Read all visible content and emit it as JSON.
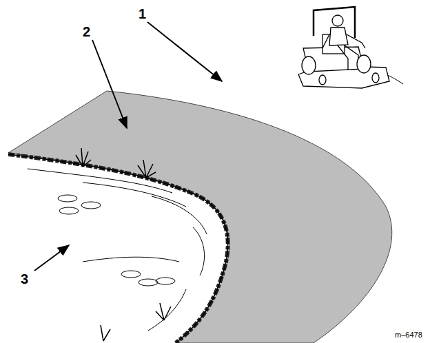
{
  "diagram": {
    "labels": [
      "1",
      "2",
      "3",
      "m–6478"
    ]
  }
}
